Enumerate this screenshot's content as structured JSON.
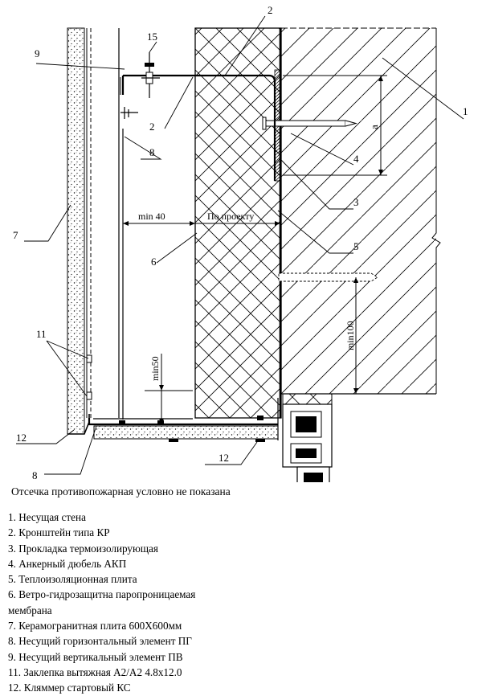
{
  "callouts": {
    "c1": "1",
    "c2a": "2",
    "c2b": "2",
    "c3": "3",
    "c4": "4",
    "c5": "5",
    "c6": "6",
    "c7": "7",
    "c8a": "8",
    "c8b": "8",
    "c9": "9",
    "c11": "11",
    "c12a": "12",
    "c12b": "12",
    "c15": "15"
  },
  "dimensions": {
    "min40": "min 40",
    "po_proektu": "По проекту",
    "a": "a",
    "min50": "min50",
    "min100": "min100"
  },
  "note": "Отсечка противопожарная условно не показана",
  "legend": [
    "1. Несущая стена",
    "2. Кронштейн типа КР",
    "3. Прокладка термоизолирующая",
    "4. Анкерный дюбель АКП",
    "5. Теплоизоляционная плита",
    "6. Ветро-гидрозащитна паропроницаемая",
    "мембрана",
    "7. Керамогранитная плита  600Х600мм",
    "8. Несущий горизонтальный элемент ПГ",
    "9. Несущий вертикальный элемент ПВ",
    "11. Заклепка вытяжная А2/А2 4.8х12.0",
    "12. Кляммер стартовый КС"
  ]
}
